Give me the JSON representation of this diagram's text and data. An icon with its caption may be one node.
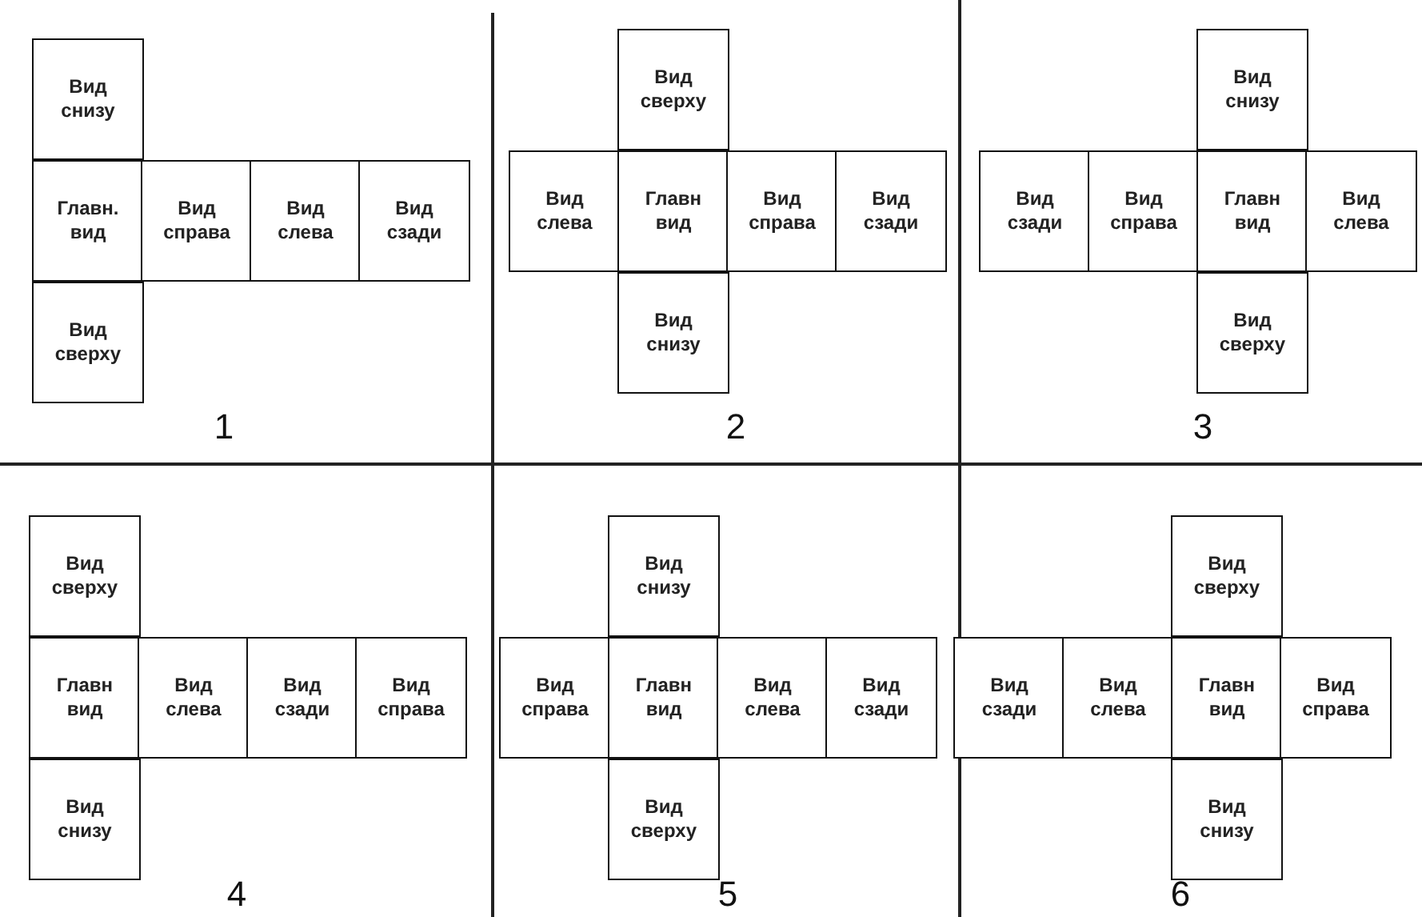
{
  "diagram": {
    "nodes": [
      {
        "text": [
          "Вид снизу"
        ]
      },
      {
        "text": [
          "Главн. вид"
        ]
      },
      {
        "text": [
          "Вид справа"
        ]
      },
      {
        "text": [
          "Вид слева"
        ]
      },
      {
        "text": [
          "Вид сзади"
        ]
      },
      {
        "text": [
          "Вид сверху"
        ]
      },
      {
        "text": [
          "Вид сверху"
        ]
      },
      {
        "text": [
          "Вид слева"
        ]
      },
      {
        "text": [
          "Главн вид"
        ]
      },
      {
        "text": [
          "Вид справа"
        ]
      },
      {
        "text": [
          "Вид сзади"
        ]
      },
      {
        "text": [
          "Вид снизу"
        ]
      },
      {
        "text": [
          "Вид снизу"
        ]
      },
      {
        "text": [
          "Вид сзади"
        ]
      },
      {
        "text": [
          "Вид справа"
        ]
      },
      {
        "text": [
          "Главн вид"
        ]
      },
      {
        "text": [
          "Вид слева"
        ]
      },
      {
        "text": [
          "Вид сверху"
        ]
      },
      {
        "text": [
          "Вид сверху"
        ]
      },
      {
        "text": [
          "Главн вид"
        ]
      },
      {
        "text": [
          "Вид слева"
        ]
      },
      {
        "text": [
          "Вид сзади"
        ]
      },
      {
        "text": [
          "Вид справа"
        ]
      },
      {
        "text": [
          "Вид снизу"
        ]
      },
      {
        "text": [
          "Вид снизу"
        ]
      },
      {
        "text": [
          "Вид справа"
        ]
      },
      {
        "text": [
          "Главн вид"
        ]
      },
      {
        "text": [
          "Вид слева"
        ]
      },
      {
        "text": [
          "Вид сзади"
        ]
      },
      {
        "text": [
          "Вид сверху"
        ]
      },
      {
        "text": [
          "Вид сверху"
        ]
      },
      {
        "text": [
          "Вид сзади"
        ]
      },
      {
        "text": [
          "Вид слева"
        ]
      },
      {
        "text": [
          "Главн вид"
        ]
      },
      {
        "text": [
          "Вид справа"
        ]
      },
      {
        "text": [
          "Вид снизу"
        ]
      }
    ],
    "labels": [
      "1",
      "2",
      "3",
      "4",
      "5",
      "6"
    ]
  }
}
